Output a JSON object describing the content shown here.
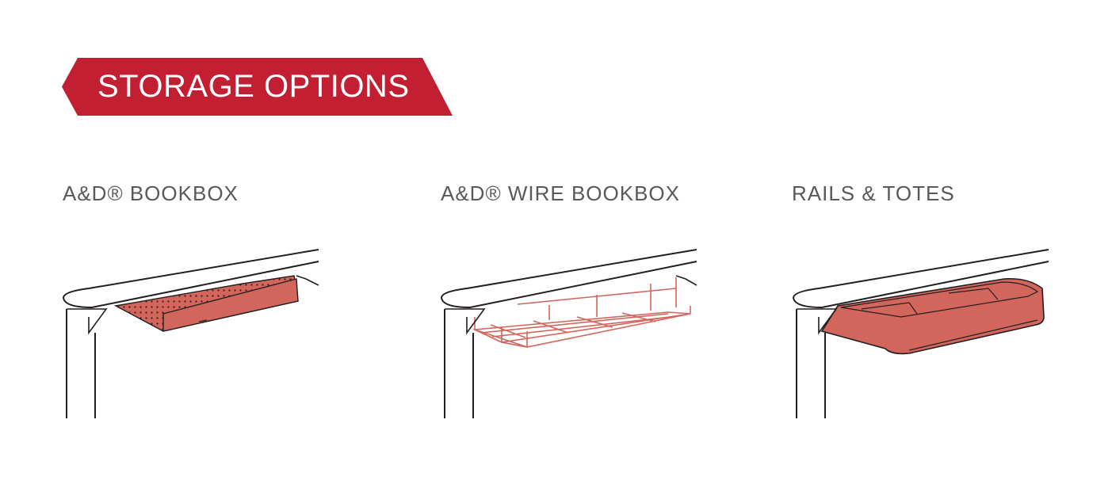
{
  "header": {
    "title": "STORAGE OPTIONS",
    "banner_color": "#c22032"
  },
  "options": [
    {
      "label": "A&D® BOOKBOX",
      "illustration": "solid-bookbox-icon"
    },
    {
      "label": "A&D® WIRE BOOKBOX",
      "illustration": "wire-bookbox-icon"
    },
    {
      "label": "RAILS & TOTES",
      "illustration": "rails-totes-icon"
    }
  ],
  "colors": {
    "accent": "#d3665c",
    "line": "#231f20",
    "label": "#58595b"
  }
}
